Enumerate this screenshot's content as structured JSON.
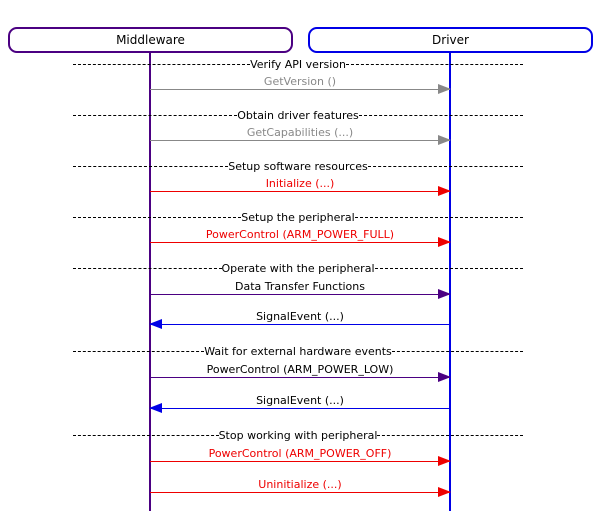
{
  "diagram": {
    "actors": [
      {
        "label": "Middleware",
        "color": "#4B0082"
      },
      {
        "label": "Driver",
        "color": "#0000E6"
      }
    ],
    "rows": [
      {
        "type": "divider",
        "label": "Verify API version",
        "line_color": "#000000",
        "text_color": "#000000"
      },
      {
        "type": "message",
        "label": "GetVersion ()",
        "direction": "right",
        "line_color": "#888888",
        "text_color": "#888888"
      },
      {
        "type": "divider",
        "label": "Obtain driver features",
        "line_color": "#000000",
        "text_color": "#000000"
      },
      {
        "type": "message",
        "label": "GetCapabilities (...)",
        "direction": "right",
        "line_color": "#888888",
        "text_color": "#888888"
      },
      {
        "type": "divider",
        "label": "Setup software resources",
        "line_color": "#000000",
        "text_color": "#000000"
      },
      {
        "type": "message",
        "label": "Initialize (...)",
        "direction": "right",
        "line_color": "#EE0000",
        "text_color": "#EE0000"
      },
      {
        "type": "divider",
        "label": "Setup the peripheral",
        "line_color": "#000000",
        "text_color": "#000000"
      },
      {
        "type": "message",
        "label": "PowerControl (ARM_POWER_FULL)",
        "direction": "right",
        "line_color": "#EE0000",
        "text_color": "#EE0000"
      },
      {
        "type": "divider",
        "label": "Operate with the peripheral",
        "line_color": "#000000",
        "text_color": "#000000"
      },
      {
        "type": "message",
        "label": "Data Transfer Functions",
        "direction": "right",
        "line_color": "#4B0082",
        "text_color": "#000000"
      },
      {
        "type": "message",
        "label": "SignalEvent (...)",
        "direction": "left",
        "line_color": "#0000E6",
        "text_color": "#000000"
      },
      {
        "type": "divider",
        "label": "Wait for external hardware events",
        "line_color": "#000000",
        "text_color": "#000000"
      },
      {
        "type": "message",
        "label": "PowerControl (ARM_POWER_LOW)",
        "direction": "right",
        "line_color": "#4B0082",
        "text_color": "#000000"
      },
      {
        "type": "message",
        "label": "SignalEvent (...)",
        "direction": "left",
        "line_color": "#0000E6",
        "text_color": "#000000"
      },
      {
        "type": "divider",
        "label": "Stop working with peripheral",
        "line_color": "#000000",
        "text_color": "#000000"
      },
      {
        "type": "message",
        "label": "PowerControl (ARM_POWER_OFF)",
        "direction": "right",
        "line_color": "#EE0000",
        "text_color": "#EE0000"
      },
      {
        "type": "message",
        "label": "Uninitialize (...)",
        "direction": "right",
        "line_color": "#EE0000",
        "text_color": "#EE0000"
      }
    ]
  }
}
